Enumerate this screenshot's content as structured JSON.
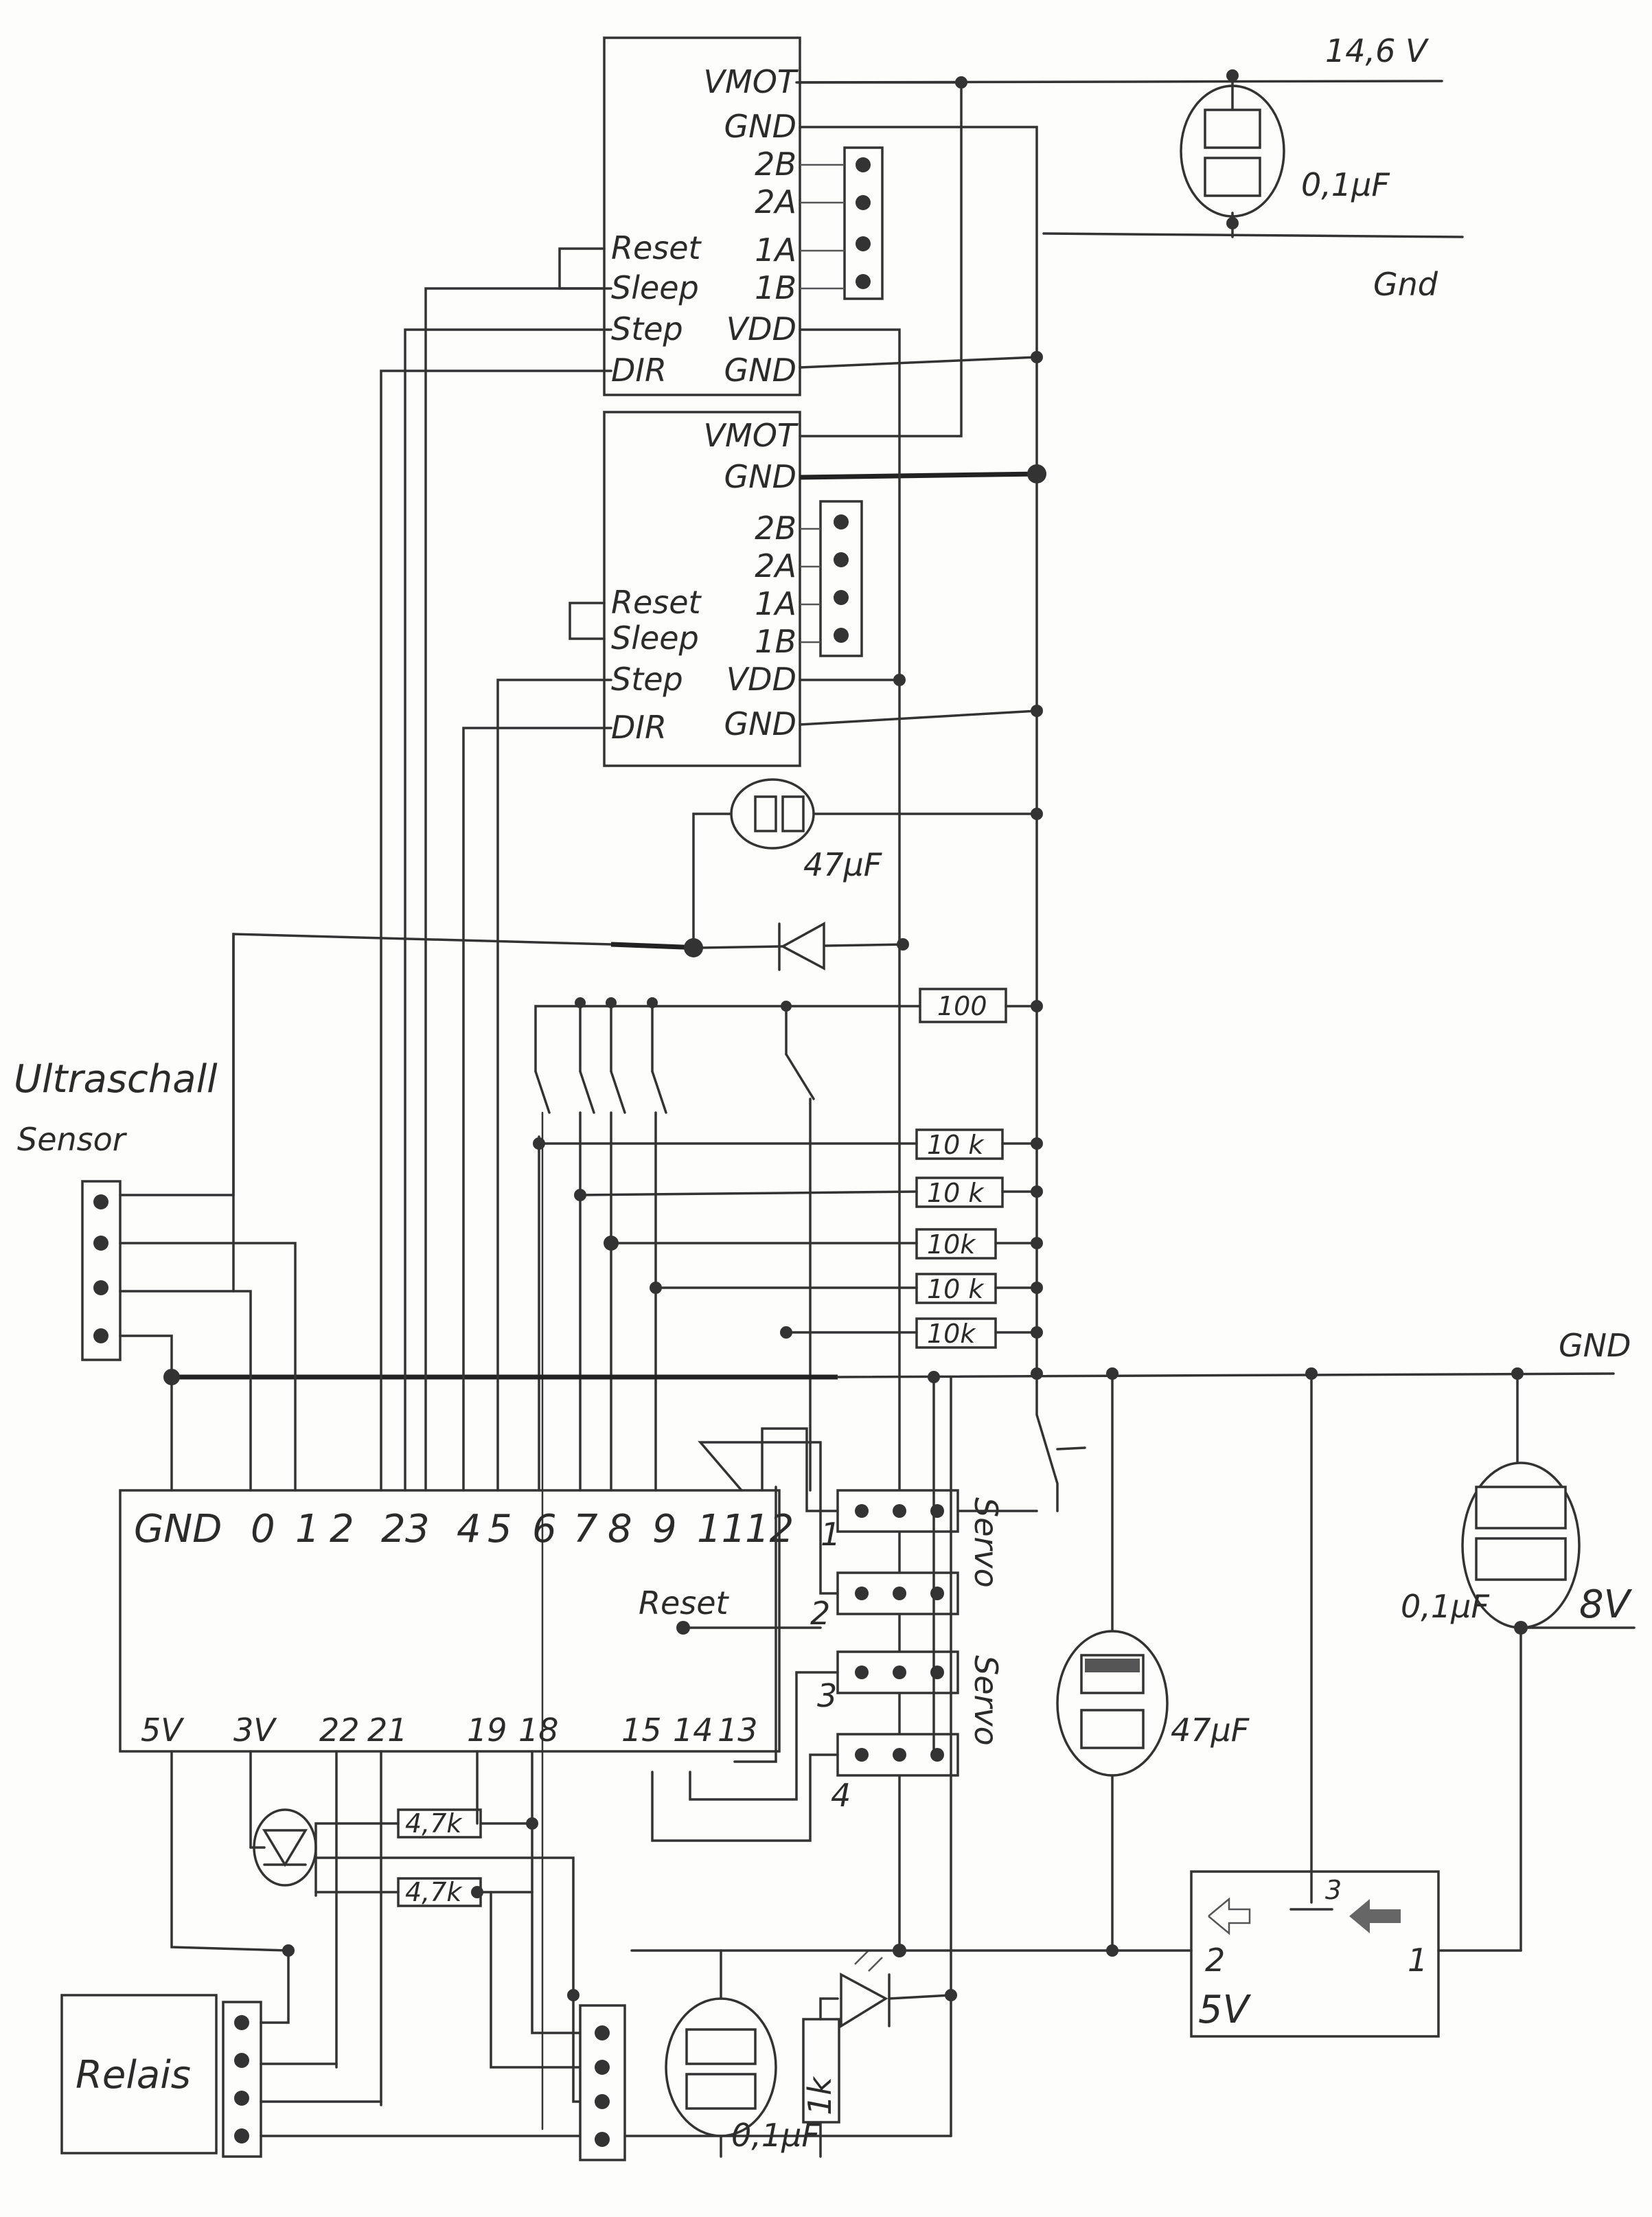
{
  "supply": {
    "motor_voltage": "14,6 V",
    "motor_gnd": "Gnd",
    "main_gnd": "GND",
    "input_voltage": "8V"
  },
  "driver_pins_left": [
    "Reset",
    "Sleep",
    "Step",
    "DIR"
  ],
  "driver_pins_right": [
    "VMOT",
    "GND",
    "2B",
    "2A",
    "1A",
    "1B",
    "VDD",
    "GND"
  ],
  "driver2_pins_right": [
    "VMOT",
    "GND",
    "2B",
    "2A",
    "1A",
    "1B",
    "VDD",
    "GND"
  ],
  "capacitors": {
    "motor_cap": "0,1µF",
    "c47_top": "47µF",
    "c47_mid": "47µF",
    "in_cap": "0,1µF",
    "bottom_cap": "0,1µF"
  },
  "resistors": [
    "100",
    "10 k",
    "10 k",
    "10k",
    "10 k",
    "10k",
    "4,7k",
    "4,7k",
    "1k"
  ],
  "sensor": {
    "title": "Ultraschall",
    "subtitle": "Sensor"
  },
  "mcu": {
    "top_pins": [
      "GND",
      "0",
      "1",
      "2",
      "2",
      "3",
      "4",
      "5",
      "6",
      "7",
      "8",
      "9",
      "11",
      "12"
    ],
    "reset_label": "Reset",
    "bottom_pins": [
      "5V",
      "3V",
      "22",
      "21",
      "19",
      "18",
      "15",
      "14",
      "13"
    ]
  },
  "servo_headers": {
    "numbers": [
      "1",
      "2",
      "3",
      "4"
    ],
    "side_label_1": "Servo",
    "side_label_2": "Servo"
  },
  "regulator": {
    "pin_left": "2",
    "pin_right": "1",
    "pin_top": "3",
    "output": "5V"
  },
  "relay": {
    "label": "Relais"
  }
}
